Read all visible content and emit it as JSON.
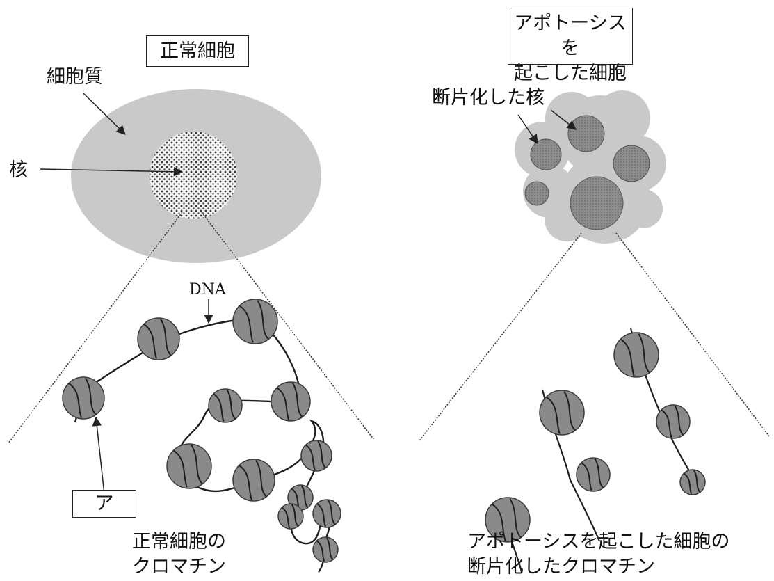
{
  "normal_cell": {
    "title": "正常細胞",
    "cytoplasm_label": "細胞質",
    "nucleus_label": "核",
    "dna_label": "DNA",
    "a_label": "ア",
    "caption": "正常細胞の\nクロマチン"
  },
  "apoptotic_cell": {
    "title": "アポトーシスを\n起こした細胞",
    "fragment_label": "断片化した核",
    "caption": "アポトーシスを起こした細胞の\n断片化したクロマチン"
  },
  "colors": {
    "cytoplasm": "#c9c9c9",
    "nucleosome": "#8a8a8a",
    "fragment_nucleus": "#8c8c8c",
    "line": "#222222"
  }
}
